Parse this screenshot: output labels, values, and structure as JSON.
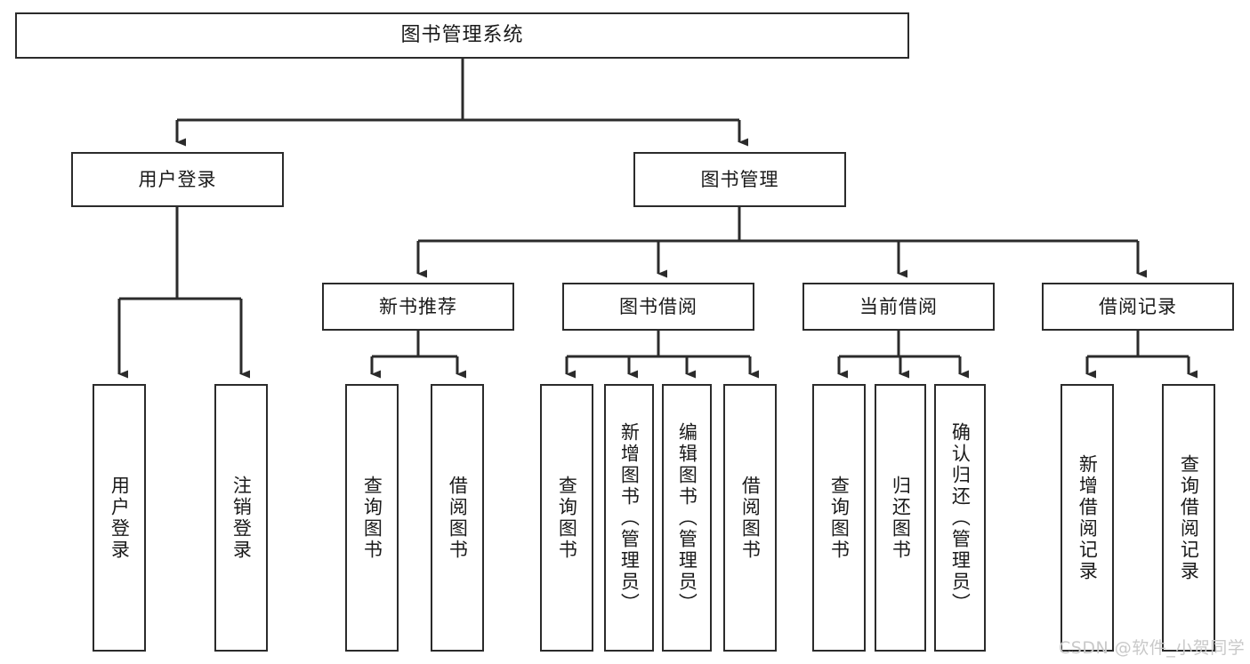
{
  "diagram": {
    "type": "tree",
    "title": "图书管理系统",
    "orientation": "top-down",
    "watermark": "CSDN @软件_小贺同学",
    "colors": {
      "stroke": "#2b2b2b",
      "fill": "#ffffff",
      "text": "#1a1a1a",
      "watermark": "#c9c9c9"
    },
    "levels": {
      "root": {
        "label": "图书管理系统"
      },
      "level1": [
        {
          "label": "用户登录"
        },
        {
          "label": "图书管理"
        }
      ],
      "level2": [
        {
          "label": "新书推荐"
        },
        {
          "label": "图书借阅"
        },
        {
          "label": "当前借阅"
        },
        {
          "label": "借阅记录"
        }
      ],
      "leaves": {
        "user_login": [
          {
            "label": "用户登录"
          },
          {
            "label": "注销登录"
          }
        ],
        "new_book_recommend": [
          {
            "label": "查询图书"
          },
          {
            "label": "借阅图书"
          }
        ],
        "book_borrow": [
          {
            "label": "查询图书"
          },
          {
            "label": "新增图书（管理员）"
          },
          {
            "label": "编辑图书（管理员）"
          },
          {
            "label": "借阅图书"
          }
        ],
        "current_borrow": [
          {
            "label": "查询图书"
          },
          {
            "label": "归还图书"
          },
          {
            "label": "确认归还（管理员）"
          }
        ],
        "borrow_record": [
          {
            "label": "新增借阅记录"
          },
          {
            "label": "查询借阅记录"
          }
        ]
      }
    }
  }
}
